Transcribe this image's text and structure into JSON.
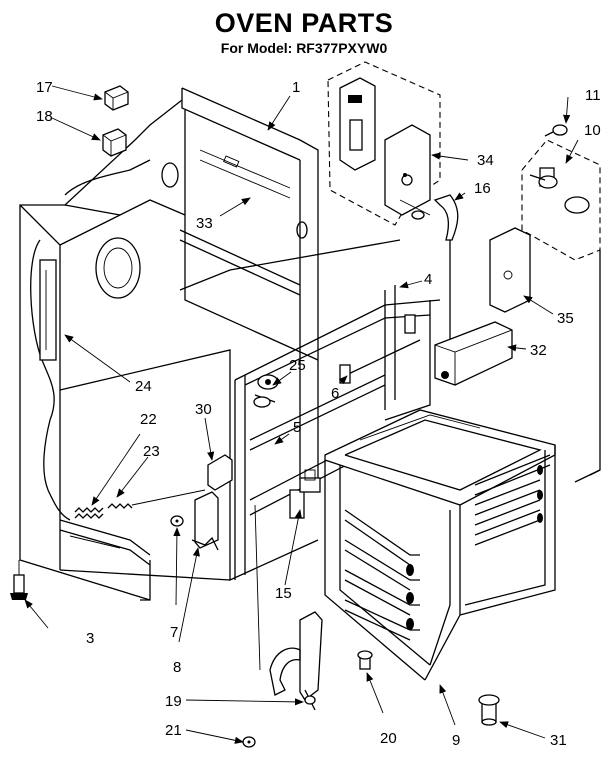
{
  "header": {
    "title": "OVEN PARTS",
    "model": "For Model: RF377PXYW0"
  },
  "callouts": [
    "1",
    "3",
    "4",
    "5",
    "6",
    "7",
    "8",
    "9",
    "10",
    "11",
    "15",
    "16",
    "17",
    "18",
    "19",
    "20",
    "21",
    "22",
    "23",
    "24",
    "25",
    "30",
    "31",
    "32",
    "33",
    "34",
    "35"
  ],
  "colors": {
    "ink": "#000000",
    "paper": "#ffffff"
  }
}
